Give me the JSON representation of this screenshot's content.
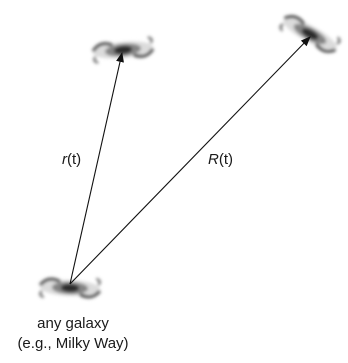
{
  "labels": {
    "r_var": "r",
    "r_arg": "(t)",
    "R_var": "R",
    "R_arg": "(t)"
  },
  "caption": {
    "line1": "any galaxy",
    "line2": "(e.g., Milky Way)"
  },
  "colors": {
    "arrow": "#111111",
    "galaxy_dark": "#2a2a2a",
    "galaxy_light": "#8c8c8c"
  }
}
